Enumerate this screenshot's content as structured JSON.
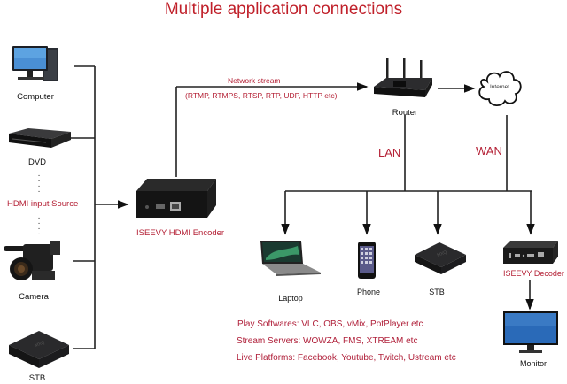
{
  "title": "Multiple application connections",
  "sources": {
    "label": "HDMI input Source",
    "devices": [
      {
        "name": "Computer",
        "icon": "desktop-computer-icon"
      },
      {
        "name": "DVD",
        "icon": "dvd-player-icon"
      },
      {
        "name": "Camera",
        "icon": "video-camera-icon"
      },
      {
        "name": "STB",
        "icon": "set-top-box-icon"
      }
    ],
    "ellipsis": "⋮"
  },
  "encoder": {
    "name": "ISEEVY HDMI Encoder",
    "icon": "encoder-box-icon"
  },
  "network_stream": {
    "label": "Network stream",
    "protocols": "(RTMP, RTMPS, RTSP, RTP, UDP, HTTP etc)"
  },
  "router": {
    "name": "Router",
    "icon": "router-icon"
  },
  "internet": {
    "name": "Internet",
    "icon": "cloud-icon"
  },
  "links": {
    "lan": "LAN",
    "wan": "WAN"
  },
  "clients": [
    {
      "name": "Laptop",
      "icon": "laptop-icon"
    },
    {
      "name": "Phone",
      "icon": "smartphone-icon"
    },
    {
      "name": "STB",
      "icon": "set-top-box-icon"
    }
  ],
  "decoder": {
    "name": "ISEEVY Decoder",
    "icon": "decoder-box-icon"
  },
  "monitor": {
    "name": "Monitor",
    "icon": "monitor-icon"
  },
  "applications": [
    "Play Softwares: VLC, OBS, vMix, PotPlayer etc",
    "Stream Servers: WOWZA, FMS, XTREAM etc",
    "Live Platforms: Facebook, Youtube, Twitch, Ustream etc"
  ]
}
